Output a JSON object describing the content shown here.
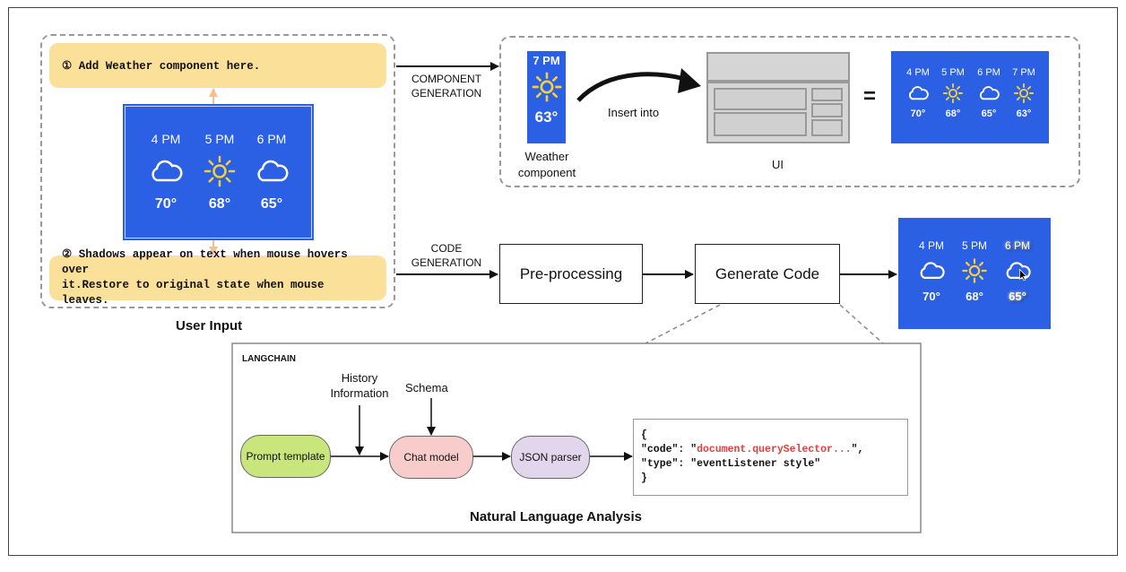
{
  "user_input": {
    "note1": "① Add Weather component here.",
    "note2_line1": "② Shadows appear on text when mouse hovers over",
    "note2_line2": "it.Restore to original state when mouse leaves.",
    "caption": "User Input",
    "weather": [
      {
        "time": "4 PM",
        "icon": "cloud-icon",
        "temp": "70°"
      },
      {
        "time": "5 PM",
        "icon": "sun-icon",
        "temp": "68°"
      },
      {
        "time": "6 PM",
        "icon": "cloud-icon",
        "temp": "65°"
      }
    ]
  },
  "component_generation": {
    "arrow_label_line1": "COMPONENT",
    "arrow_label_line2": "GENERATION",
    "component": {
      "time": "7 PM",
      "icon": "sun-icon",
      "temp": "63°"
    },
    "component_label_line1": "Weather",
    "component_label_line2": "component",
    "insert_label": "Insert into",
    "ui_label": "UI",
    "equals": "=",
    "result": [
      {
        "time": "4 PM",
        "icon": "cloud-icon",
        "temp": "70°"
      },
      {
        "time": "5 PM",
        "icon": "sun-icon",
        "temp": "68°"
      },
      {
        "time": "6 PM",
        "icon": "cloud-icon",
        "temp": "65°"
      },
      {
        "time": "7 PM",
        "icon": "sun-icon",
        "temp": "63°"
      }
    ]
  },
  "code_generation": {
    "arrow_label_line1": "CODE",
    "arrow_label_line2": "GENERATION",
    "preprocessing": "Pre-processing",
    "generate_code": "Generate Code",
    "result": [
      {
        "time": "4 PM",
        "icon": "cloud-icon",
        "temp": "70°"
      },
      {
        "time": "5 PM",
        "icon": "sun-icon",
        "temp": "68°"
      },
      {
        "time": "6 PM",
        "icon": "cloud-icon",
        "temp": "65°"
      }
    ]
  },
  "langchain": {
    "title": "LANGCHAIN",
    "history_line1": "History",
    "history_line2": "Information",
    "schema": "Schema",
    "prompt_template": "Prompt template",
    "chat_model": "Chat model",
    "json_parser": "JSON parser",
    "code_line1": "{",
    "code_line2_a": "\"code\": \"",
    "code_line2_red": "document.querySelector...",
    "code_line2_b": "\",",
    "code_line3": "\"type\": \"eventListener style\"",
    "code_line4": "}",
    "caption": "Natural Language Analysis"
  },
  "colors": {
    "weather_blue": "#2b60e4",
    "note_yellow": "#fbe09a",
    "sun_yellow": "#f5cf3a",
    "prompt_green": "#c8e67c",
    "chat_pink": "#f9cccc",
    "json_purple": "#e2d6ec",
    "code_red": "#e0403a",
    "up_arrow_orange": "#f7c08a"
  }
}
